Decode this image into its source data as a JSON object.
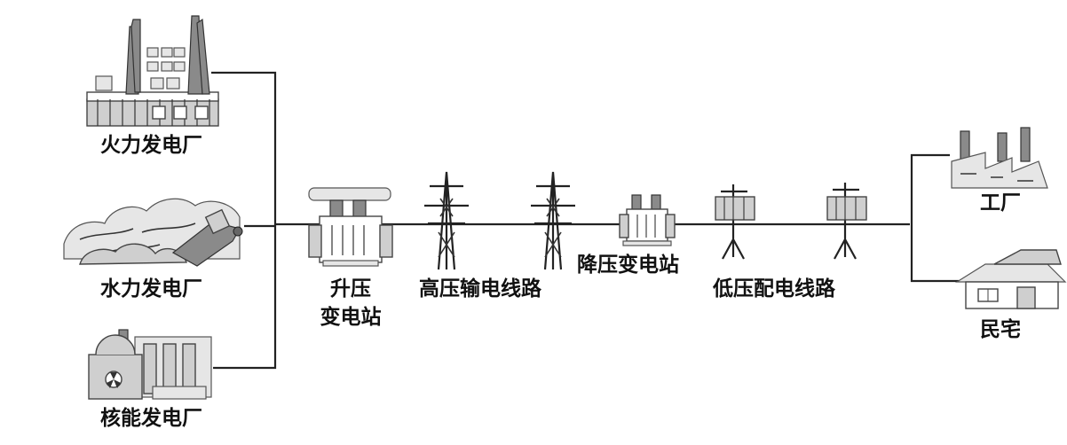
{
  "labels": {
    "thermal_plant": "火力发电厂",
    "hydro_plant": "水力发电厂",
    "nuclear_plant": "核能发电厂",
    "step_up_line1": "升压",
    "step_up_line2": "变电站",
    "hv_line": "高压输电线路",
    "step_down": "降压变电站",
    "lv_line": "低压配电线路",
    "factory": "工厂",
    "residence": "民宅"
  }
}
